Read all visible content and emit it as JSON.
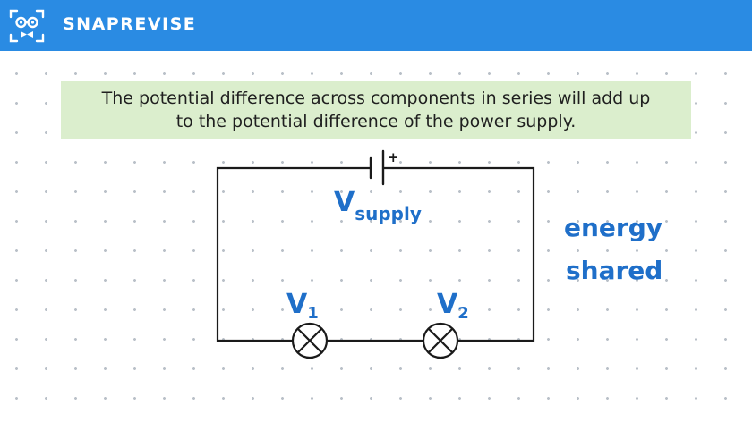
{
  "header": {
    "brand": "SNAPREVISE",
    "logo_icon": "face-glasses-bowtie-icon",
    "color": "#2a8be3"
  },
  "statement": {
    "line1": "The potential difference across components in series will add up",
    "line2": "to the potential difference of the power supply.",
    "background": "#dbeecd"
  },
  "diagram": {
    "battery_polarity": "+",
    "supply_label": "V",
    "supply_subscript": "supply",
    "bulb1_label": "V",
    "bulb1_subscript": "1",
    "bulb2_label": "V",
    "bulb2_subscript": "2",
    "note_line1": "energy",
    "note_line2": "shared",
    "ink_color": "#1f6fc9"
  }
}
